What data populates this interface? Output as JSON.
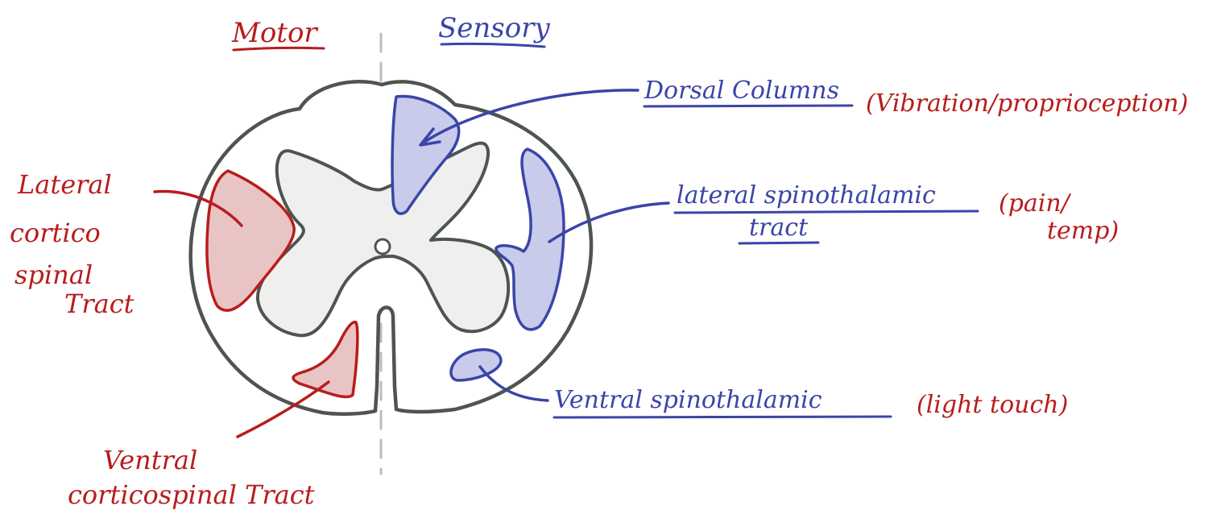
{
  "headings": {
    "motor": "Motor",
    "sensory": "Sensory"
  },
  "labels": {
    "lateral_corticospinal": [
      "Lateral",
      "cortico",
      "spinal",
      "Tract"
    ],
    "ventral_corticospinal": [
      "Ventral",
      "corticospinal Tract"
    ],
    "dorsal_columns": "Dorsal Columns",
    "dorsal_columns_note": "(Vibration/proprioception)",
    "lateral_spinothalamic": [
      "lateral spinothalamic",
      "tract"
    ],
    "lateral_spinothalamic_note": [
      "(pain/",
      "temp)"
    ],
    "ventral_spinothalamic": "Ventral spinothalamic",
    "ventral_spinothalamic_note": "(light touch)"
  },
  "colors": {
    "motor": "#b81c1c",
    "motor_fill": "#e9c4c4",
    "sensory": "#3a45a8",
    "sensory_fill": "#c8cbea",
    "outline": "#4d5551",
    "grey_matter": "#efefed",
    "midline": "#bdbdbd"
  }
}
